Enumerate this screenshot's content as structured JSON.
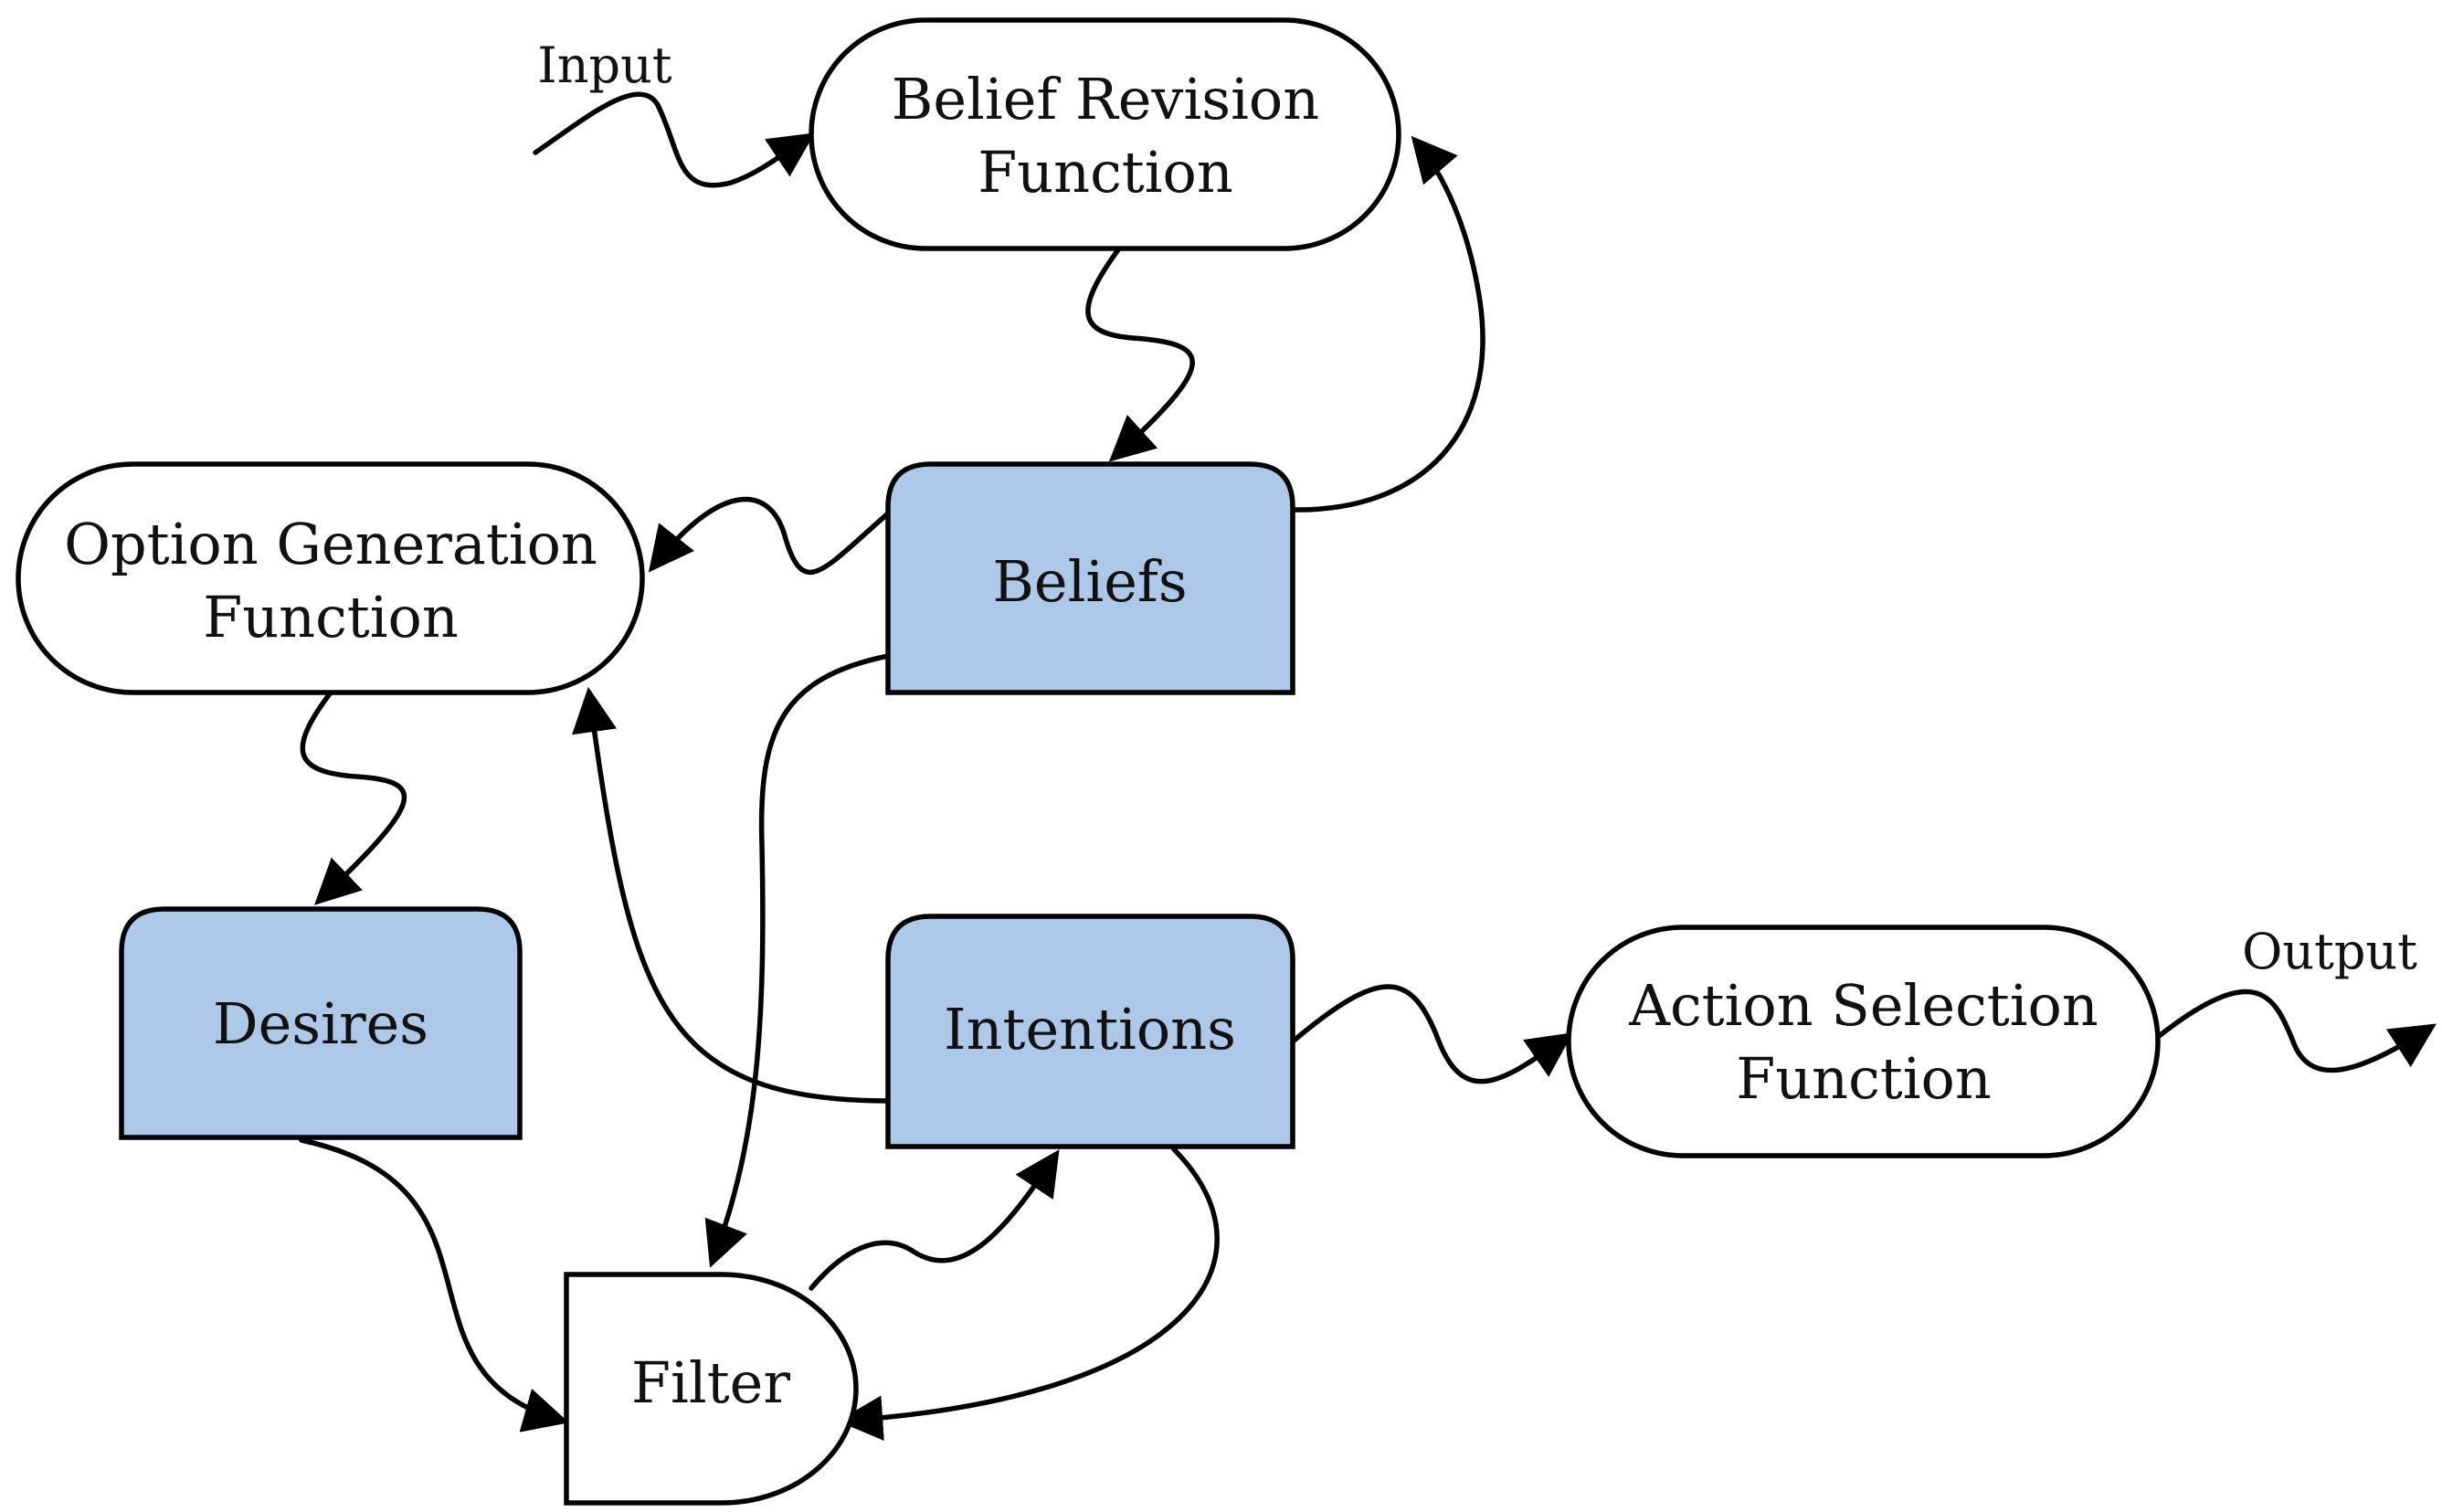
{
  "colors": {
    "process_fill": "#ffffff",
    "store_fill": "#aec8ea",
    "stroke": "#000000"
  },
  "nodes": {
    "belief_revision": {
      "line1": "Belief Revision",
      "line2": "Function"
    },
    "option_generation": {
      "line1": "Option Generation",
      "line2": "Function"
    },
    "beliefs": {
      "label": "Beliefs"
    },
    "desires": {
      "label": "Desires"
    },
    "intentions": {
      "label": "Intentions"
    },
    "action_selection": {
      "line1": "Action Selection",
      "line2": "Function"
    },
    "filter": {
      "label": "Filter"
    }
  },
  "io": {
    "input": "Input",
    "output": "Output"
  }
}
